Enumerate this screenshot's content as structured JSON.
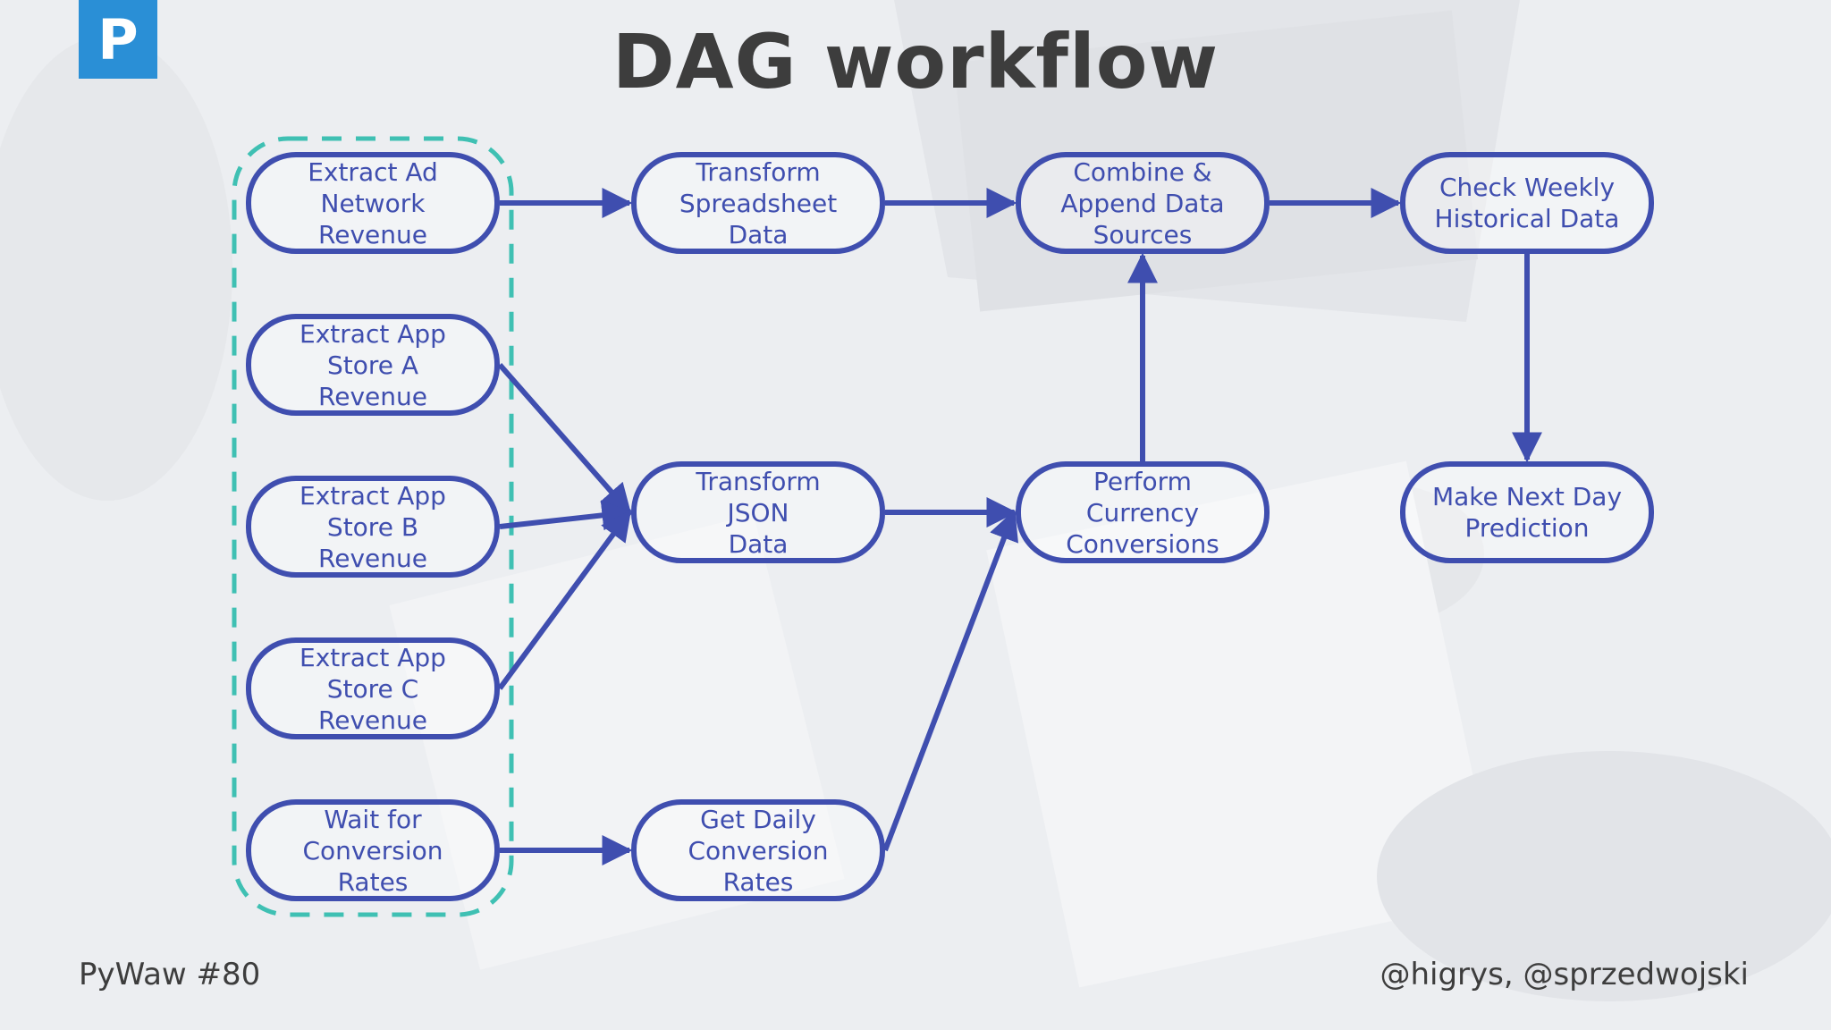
{
  "header": {
    "logo_letter": "P",
    "title": "DAG workflow"
  },
  "diagram": {
    "nodes": {
      "extract_ad": "Extract Ad\nNetwork\nRevenue",
      "extract_a": "Extract  App\nStore A\nRevenue",
      "extract_b": "Extract App\nStore B\nRevenue",
      "extract_c": "Extract App\nStore C\nRevenue",
      "wait_rates": "Wait for\nConversion\nRates",
      "transform_sheet": "Transform\nSpreadsheet\nData",
      "transform_json": "Transform\nJSON\nData",
      "get_rates": "Get Daily\nConversion\nRates",
      "combine": "Combine &\nAppend Data\nSources",
      "convert": "Perform\nCurrency\nConversions",
      "check_weekly": "Check Weekly\nHistorical Data",
      "predict": "Make Next Day\nPrediction"
    },
    "edges": [
      [
        "extract_ad",
        "transform_sheet"
      ],
      [
        "extract_a",
        "transform_json"
      ],
      [
        "extract_b",
        "transform_json"
      ],
      [
        "extract_c",
        "transform_json"
      ],
      [
        "wait_rates",
        "get_rates"
      ],
      [
        "transform_sheet",
        "combine"
      ],
      [
        "transform_json",
        "convert"
      ],
      [
        "get_rates",
        "convert"
      ],
      [
        "convert",
        "combine"
      ],
      [
        "combine",
        "check_weekly"
      ],
      [
        "check_weekly",
        "predict"
      ]
    ],
    "colors": {
      "node_stroke": "#3f4eaf",
      "group_stroke": "#3fc0b3"
    }
  },
  "footer": {
    "left": "PyWaw #80",
    "right": "@higrys, @sprzedwojski"
  }
}
